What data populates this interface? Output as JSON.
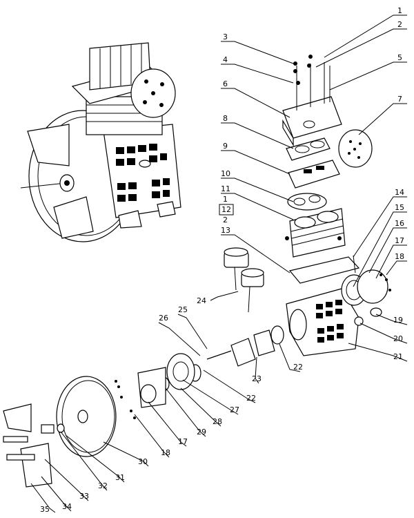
{
  "diagram": {
    "labels": [
      "1",
      "2",
      "3",
      "4",
      "5",
      "6",
      "7",
      "8",
      "9",
      "10",
      "11",
      "1",
      "12",
      "2",
      "13",
      "14",
      "15",
      "16",
      "17",
      "18",
      "24",
      "25",
      "26",
      "19",
      "20",
      "21",
      "22",
      "23",
      "22",
      "27",
      "28",
      "29",
      "17",
      "18",
      "30",
      "31",
      "32",
      "33",
      "34",
      "35"
    ]
  }
}
